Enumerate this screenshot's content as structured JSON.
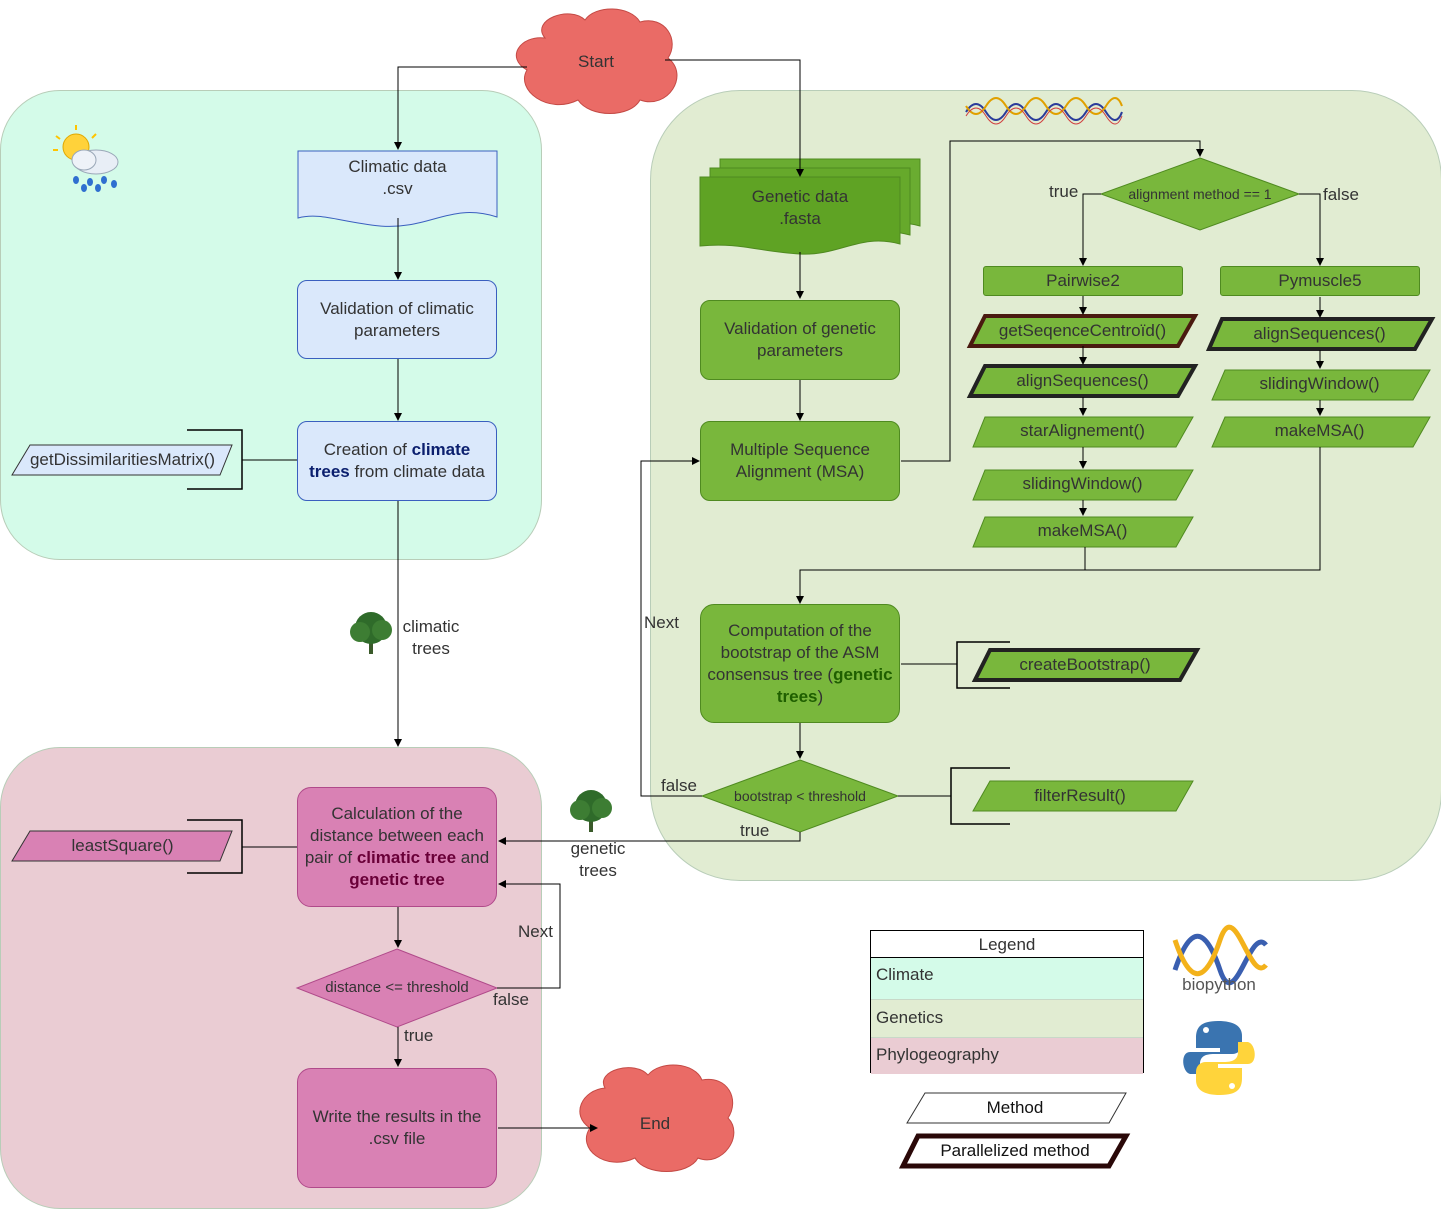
{
  "start": "Start",
  "end": "End",
  "climate": {
    "data_line1": "Climatic data",
    "data_line2": ".csv",
    "validation": "Validation of climatic parameters",
    "creation_pre": "Creation of",
    "creation_bold": "climate trees",
    "creation_post": "from climate data",
    "method": "getDissimilaritiesMatrix()",
    "edge_label_line1": "climatic",
    "edge_label_line2": "trees"
  },
  "genetics": {
    "data_line1": "Genetic data",
    "data_line2": ".fasta",
    "validation": "Validation of genetic parameters",
    "msa": "Multiple Sequence Alignment (MSA)",
    "decision": "alignment method == 1",
    "true_label": "true",
    "false_label": "false",
    "pairwise": "Pairwise2",
    "pymuscle": "Pymuscle5",
    "pairwise_methods": [
      "getSeqenceCentroïd()",
      "alignSequences()",
      "starAlignement()",
      "slidingWindow()",
      "makeMSA()"
    ],
    "pymuscle_methods": [
      "alignSequences()",
      "slidingWindow()",
      "makeMSA()"
    ],
    "bootstrap_pre": "Computation of the bootstrap of the ASM consensus tree (",
    "bootstrap_bold": "genetic trees",
    "bootstrap_post": ")",
    "bootstrap_method": "createBootstrap()",
    "threshold_decision": "bootstrap < threshold",
    "filter_method": "filterResult()",
    "next_label": "Next",
    "loop_false": "false",
    "loop_true": "true",
    "edge_label_line1": "genetic",
    "edge_label_line2": "trees"
  },
  "phylo": {
    "calc_pre": "Calculation of the distance between each pair of",
    "calc_bold1": "climatic tree",
    "calc_and": "and",
    "calc_bold2": "genetic tree",
    "method": "leastSquare()",
    "decision": "distance <= threshold",
    "next_label": "Next",
    "false_label": "false",
    "true_label": "true",
    "write": "Write the results in the .csv file"
  },
  "legend": {
    "title": "Legend",
    "items": [
      "Climate",
      "Genetics",
      "Phylogeography"
    ],
    "method": "Method",
    "parallel": "Parallelized method",
    "biopython": "biopython"
  },
  "colors": {
    "climate_bg": "#d4fbe9",
    "genetics_bg": "#e1ecd2",
    "phylo_bg": "#eaccd3",
    "green_box": "#79b73c",
    "blue_box": "#dae8fb",
    "pink_box": "#d981b4",
    "cloud": "#ea6b66"
  }
}
